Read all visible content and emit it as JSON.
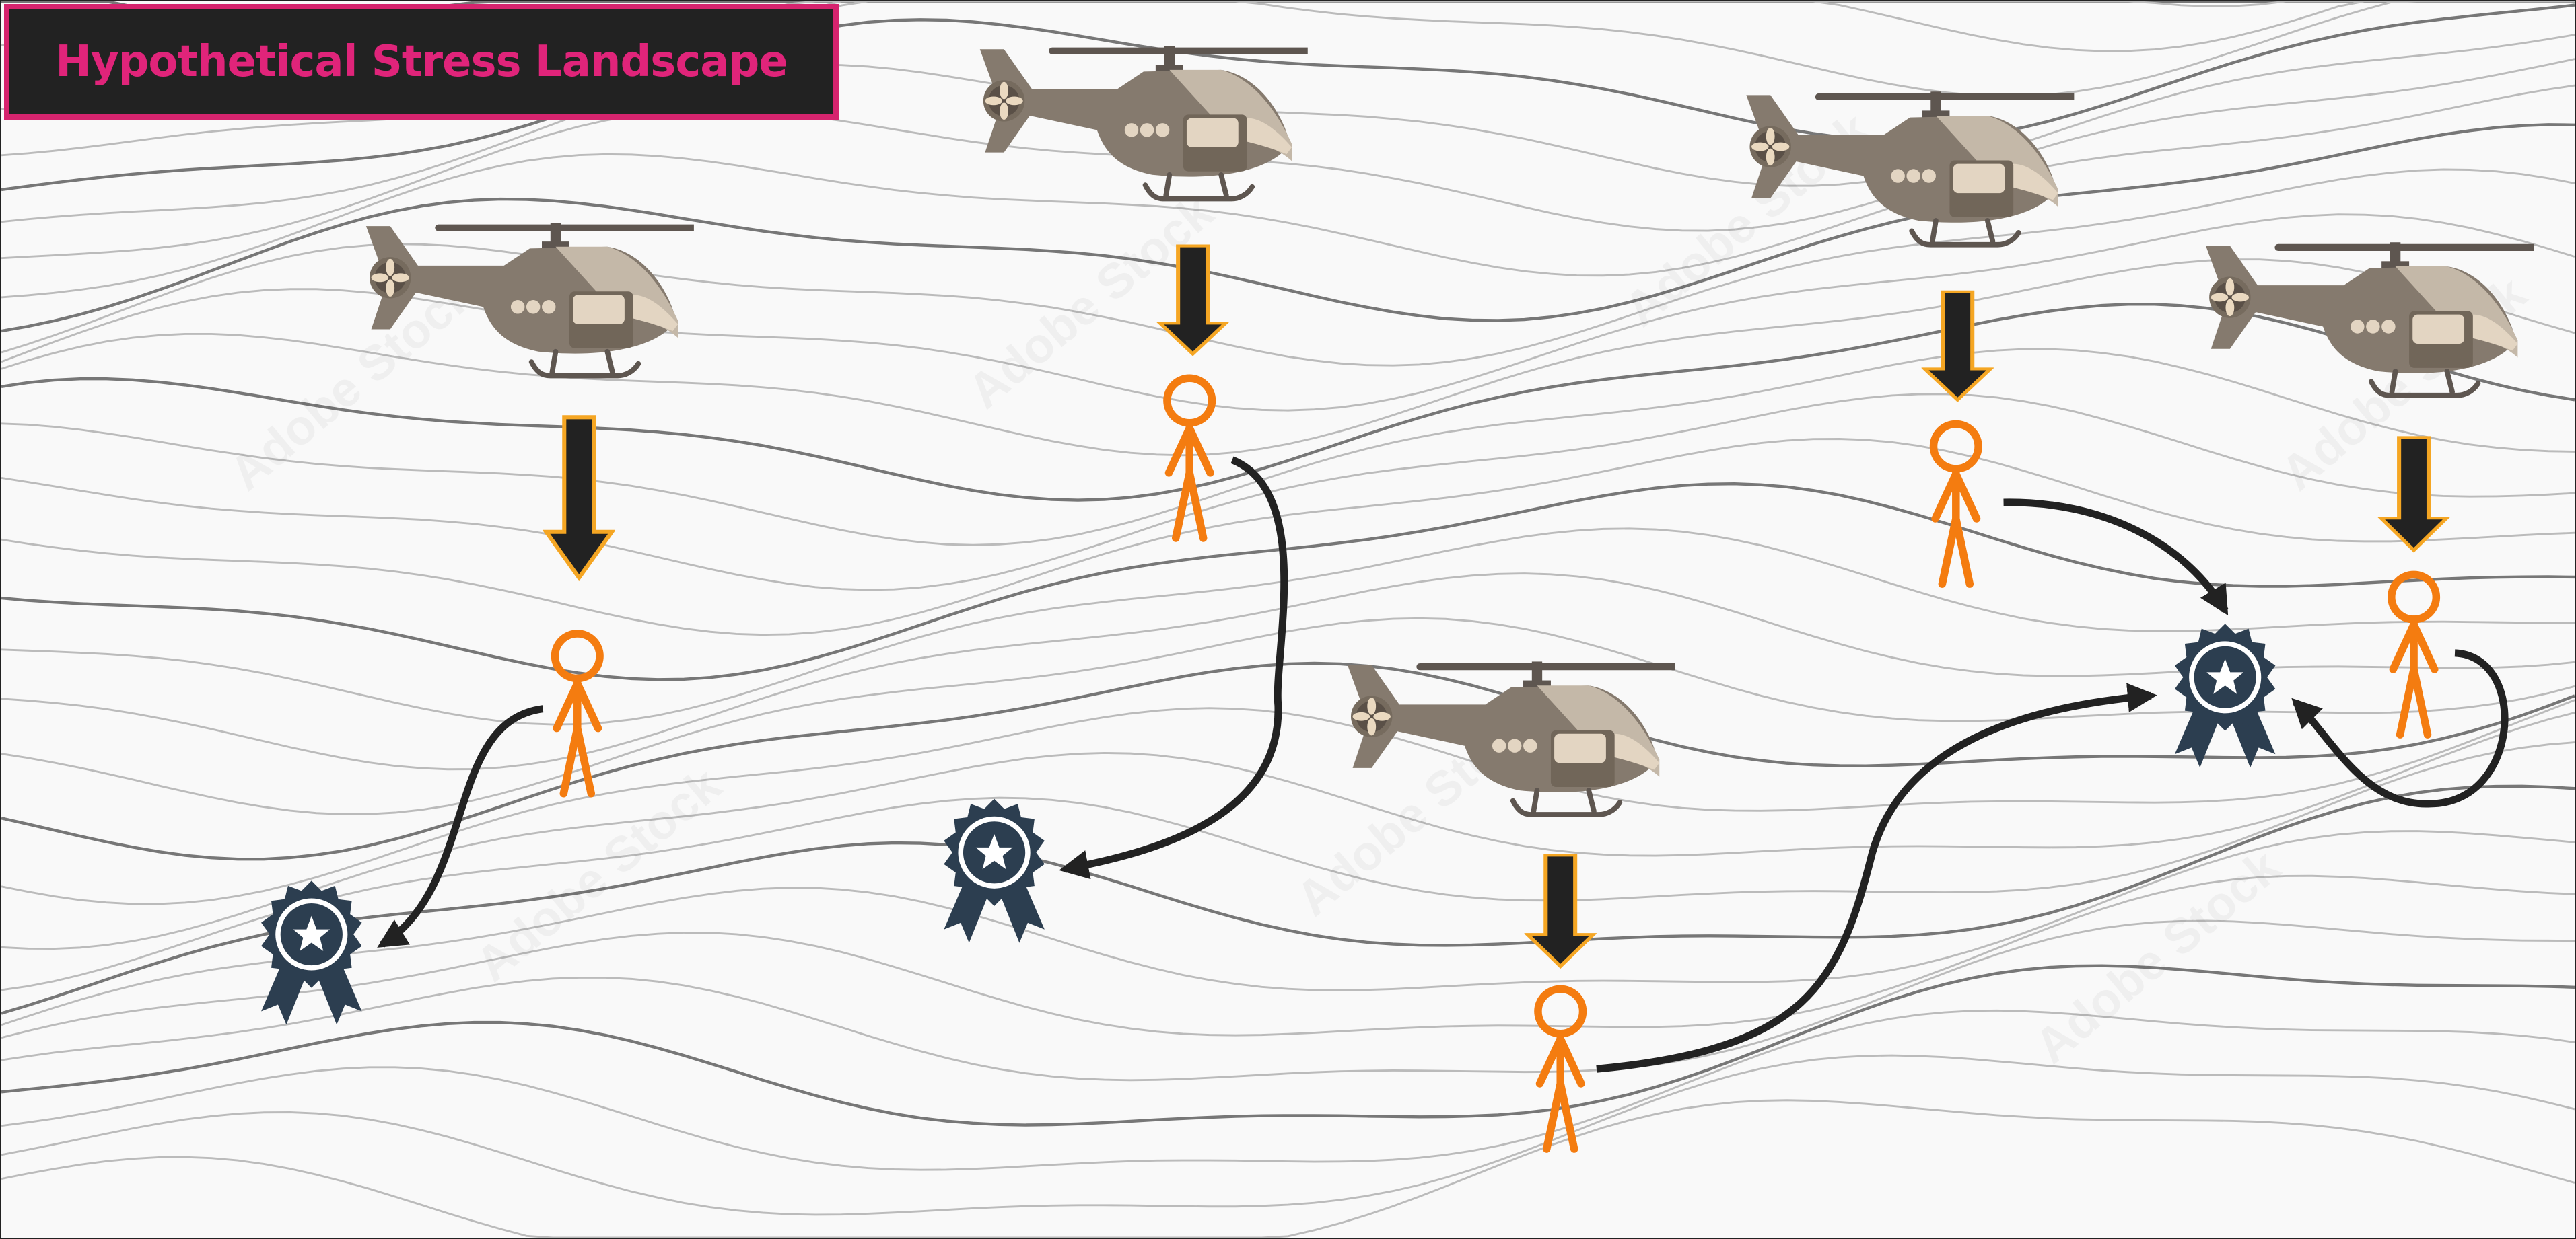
{
  "title": "Hypothetical Stress Landscape",
  "colors": {
    "title_text": "#e0247a",
    "title_border": "#d6246e",
    "title_bg": "#222222",
    "person": "#f47c10",
    "arrow_fill": "#222222",
    "arrow_outline": "#f5a623",
    "medal": "#2c3e50",
    "helicopter_body": "#857a6e",
    "contour": "#555555"
  },
  "watermark": "Adobe Stock",
  "icons": [
    "helicopter-icon",
    "down-arrow-icon",
    "stick-figure-icon",
    "award-medal-icon",
    "curved-arrow"
  ]
}
